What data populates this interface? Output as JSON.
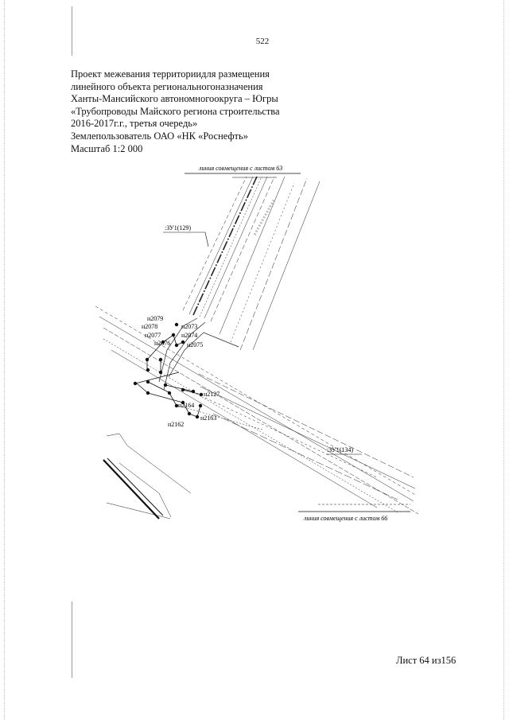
{
  "page_number": "522",
  "header": {
    "lines": [
      "Проект межевания территориидля размещения",
      "линейного объекта региональногоназначения",
      "Ханты-Мансийского автономногоокруга – Югры",
      "«Трубопроводы Майского региона строительства",
      "2016-2017г.г., третья очередь»",
      "Землепользователь ОАО «НК «Роснефть»",
      "Масштаб 1:2 000"
    ]
  },
  "drawing": {
    "top_caption": "линия совмещения с листом 63",
    "bottom_caption": "линия совмещения с листом 66",
    "parcel_labels": [
      ":ЗУ1(129)",
      ":ЗУ1(134)"
    ],
    "point_labels": [
      "н2079",
      "н2078",
      "н2073",
      "н2077",
      "н2074",
      "н2076",
      "н2075",
      "н2127",
      "н2164",
      "н2163",
      "н2162"
    ]
  },
  "footer": {
    "sheet_counter": "Лист 64 из156"
  }
}
